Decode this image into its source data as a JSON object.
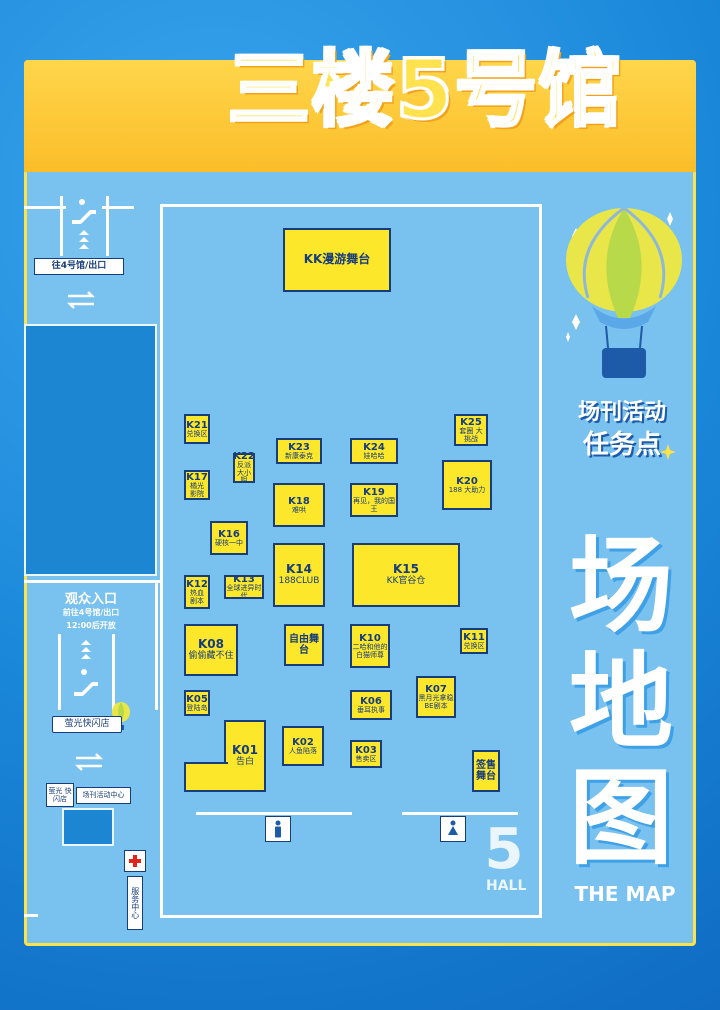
{
  "title": "三楼5号馆",
  "top_exit_label": "往4号馆/出口",
  "stage_kk": "KK漫游舞台",
  "booths": [
    {
      "code": "K21",
      "name": "兑换区"
    },
    {
      "code": "K22",
      "name": "反派 大小姐"
    },
    {
      "code": "K23",
      "name": "新康泰克"
    },
    {
      "code": "K24",
      "name": "娃哈哈"
    },
    {
      "code": "K25",
      "name": "套圈 大挑战"
    },
    {
      "code": "K17",
      "name": "橘光 影院"
    },
    {
      "code": "K18",
      "name": "难哄"
    },
    {
      "code": "K19",
      "name": "再见，我的国王"
    },
    {
      "code": "K20",
      "name": "188 大助力"
    },
    {
      "code": "K16",
      "name": "硬核一中"
    },
    {
      "code": "K14",
      "name": "188CLUB"
    },
    {
      "code": "K15",
      "name": "KK官谷仓"
    },
    {
      "code": "K12",
      "name": "热血 剧本"
    },
    {
      "code": "K13",
      "name": "全球进异时代"
    },
    {
      "code": "K08",
      "name": "偷偷藏不住"
    },
    {
      "code": "",
      "name": "自由舞台"
    },
    {
      "code": "K10",
      "name": "二哈和他的白猫师尊"
    },
    {
      "code": "K11",
      "name": "兑换区"
    },
    {
      "code": "K05",
      "name": "登陆岛"
    },
    {
      "code": "K06",
      "name": "垂耳执事"
    },
    {
      "code": "K07",
      "name": "黑月光拿稳BE剧本"
    },
    {
      "code": "K01",
      "name": "告白"
    },
    {
      "code": "K02",
      "name": "人鱼陷落"
    },
    {
      "code": "K03",
      "name": "售卖区"
    },
    {
      "code": "",
      "name": "签售 舞台"
    }
  ],
  "entrance": {
    "title": "观众入口",
    "sub": "前往4号馆/出口",
    "time": "12:00后开放"
  },
  "shop_label": "萤光快闪店",
  "shop_small": "萤光 快闪店",
  "activity_center": "场刊活动中心",
  "service_center": "服务中心",
  "mission": {
    "line1": "场刊活动",
    "line2": "任务点"
  },
  "hall_number": "5",
  "hall_word": "HALL",
  "map_big": [
    "场",
    "地",
    "图"
  ],
  "map_en": "THE MAP",
  "colors": {
    "booth": "#fde72b",
    "booth_border": "#173d7a",
    "floor": "#79c1ee",
    "title_band": "#fbbd2a",
    "dark_block": "#1d86d3"
  }
}
